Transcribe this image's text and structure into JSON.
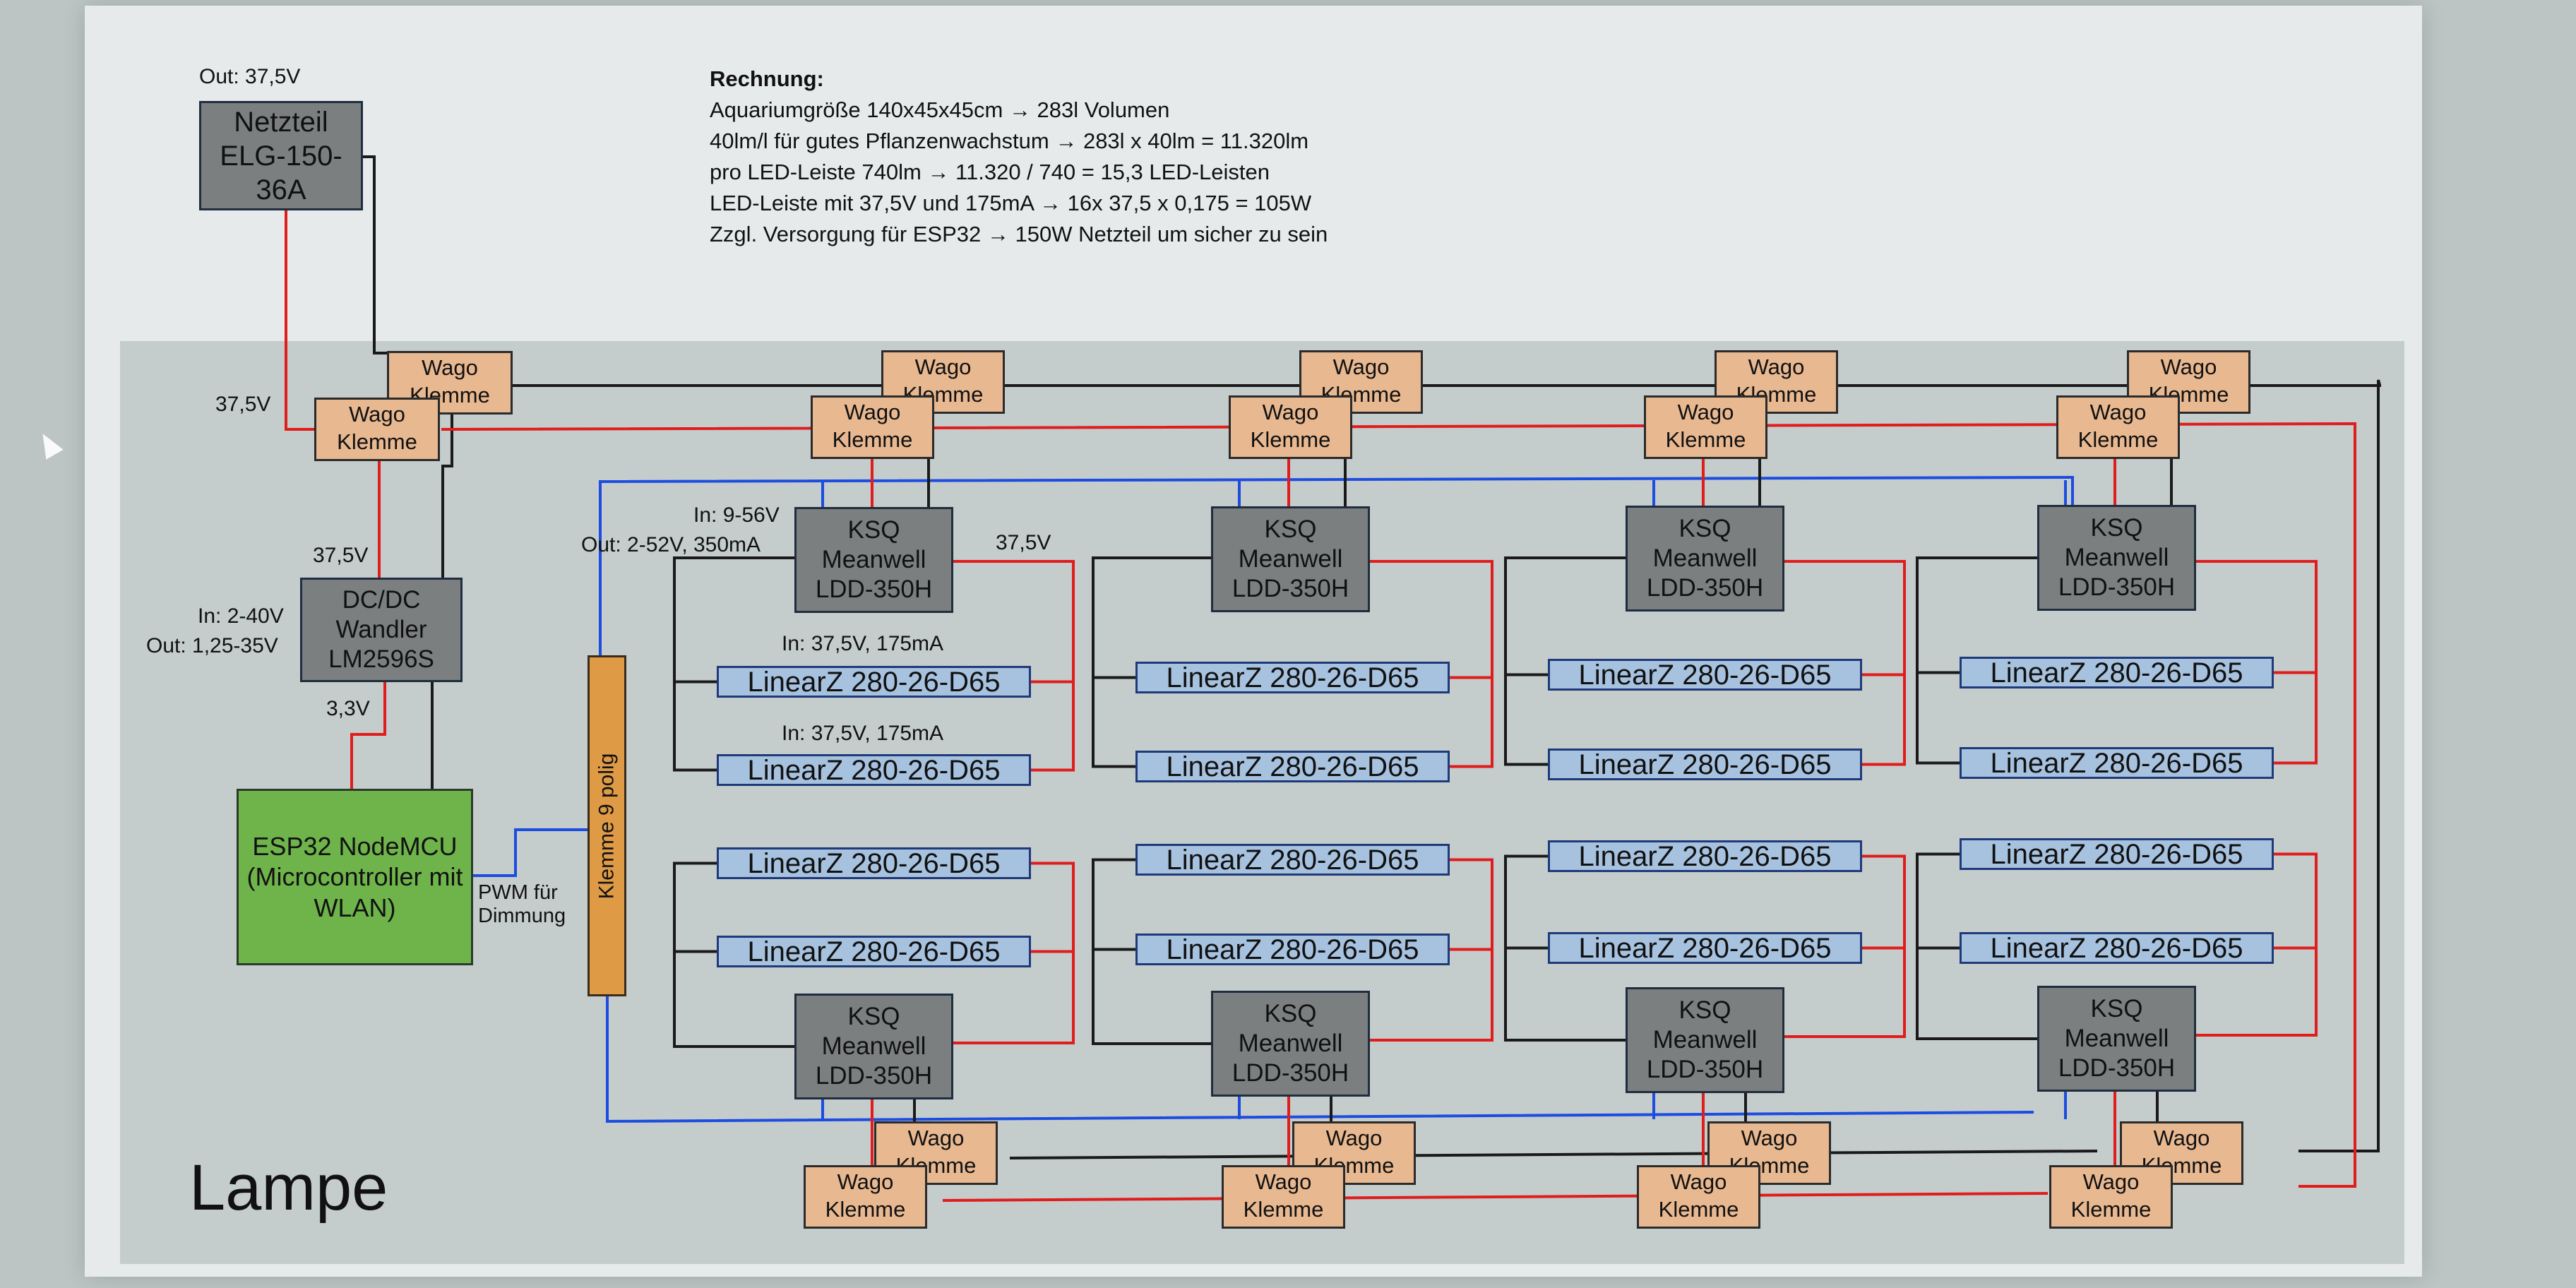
{
  "calculation": {
    "title": "Rechnung:",
    "lines": [
      "Aquariumgröße 140x45x45cm → 283l Volumen",
      "40lm/l für gutes Pflanzenwachstum → 283l x 40lm = 11.320lm",
      "pro LED-Leiste 740lm → 11.320 / 740 =  15,3 LED-Leisten",
      "LED-Leiste mit 37,5V und 175mA → 16x 37,5 x 0,175 = 105W",
      "Zzgl. Versorgung für ESP32 → 150W Netzteil um sicher zu sein"
    ]
  },
  "psu": {
    "name": "Netzteil ELG-150-36A",
    "out_label": "Out: 37,5V"
  },
  "dcdc": {
    "name": "DC/DC Wandler LM2596S",
    "in_label": "In: 2-40V",
    "out_label": "Out: 1,25-35V"
  },
  "esp": {
    "name": "ESP32 NodeMCU (Microcontroller mit WLAN)",
    "pwm_label": "PWM für Dimmung"
  },
  "klemme9": {
    "label": "Klemme 9 polig"
  },
  "voltage_labels": {
    "v1": "37,5V",
    "v2": "37,5V",
    "v3": "3,3V",
    "v4": "37,5V"
  },
  "ksq_labels": {
    "in": "In: 9-56V",
    "out": "Out: 2-52V, 350mA"
  },
  "led_labels": {
    "l1": "In: 37,5V, 175mA",
    "l2": "In: 37,5V, 175mA"
  },
  "ksq_name": "KSQ Meanwell LDD-350H",
  "led_name": "LinearZ 280-26-D65",
  "wago_name": "Wago Klemme",
  "lamp_label": "Lampe",
  "colors": {
    "positive": "#e01c1c",
    "negative": "#1a1a1a",
    "pwm": "#1c4ce0"
  }
}
